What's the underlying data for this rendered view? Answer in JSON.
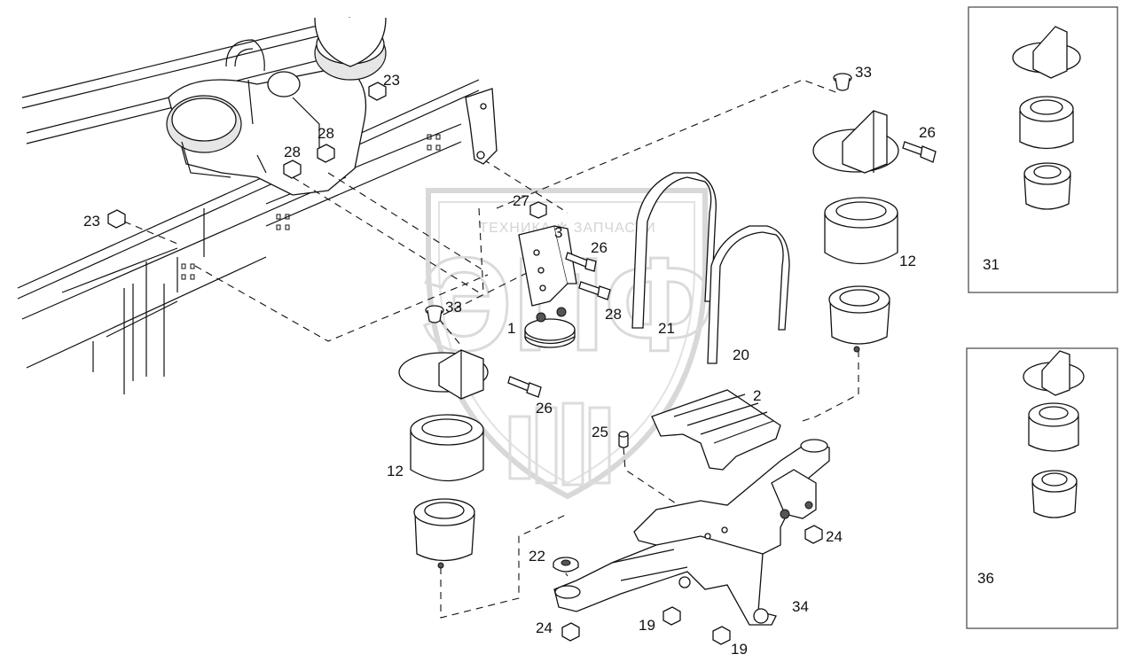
{
  "watermark": {
    "caption": "ТЕХНИКА ✲ ЗАПЧАСТИ",
    "logo_letters": "ЭПФ"
  },
  "labels": [
    {
      "id": "l23a",
      "text": "23"
    },
    {
      "id": "l23b",
      "text": "23"
    },
    {
      "id": "l28a",
      "text": "28"
    },
    {
      "id": "l28b",
      "text": "28"
    },
    {
      "id": "l27",
      "text": "27"
    },
    {
      "id": "l3",
      "text": "3"
    },
    {
      "id": "l26a",
      "text": "26"
    },
    {
      "id": "l28c",
      "text": "28"
    },
    {
      "id": "l1",
      "text": "1"
    },
    {
      "id": "l21",
      "text": "21"
    },
    {
      "id": "l20",
      "text": "20"
    },
    {
      "id": "l33a",
      "text": "33"
    },
    {
      "id": "l33b",
      "text": "33"
    },
    {
      "id": "l26b",
      "text": "26"
    },
    {
      "id": "l26c",
      "text": "26"
    },
    {
      "id": "l12a",
      "text": "12"
    },
    {
      "id": "l12b",
      "text": "12"
    },
    {
      "id": "l2",
      "text": "2"
    },
    {
      "id": "l25",
      "text": "25"
    },
    {
      "id": "l24a",
      "text": "24"
    },
    {
      "id": "l22",
      "text": "22"
    },
    {
      "id": "l24b",
      "text": "24"
    },
    {
      "id": "l19a",
      "text": "19"
    },
    {
      "id": "l19b",
      "text": "19"
    },
    {
      "id": "l34",
      "text": "34"
    },
    {
      "id": "l31",
      "text": "31"
    },
    {
      "id": "l36",
      "text": "36"
    }
  ]
}
